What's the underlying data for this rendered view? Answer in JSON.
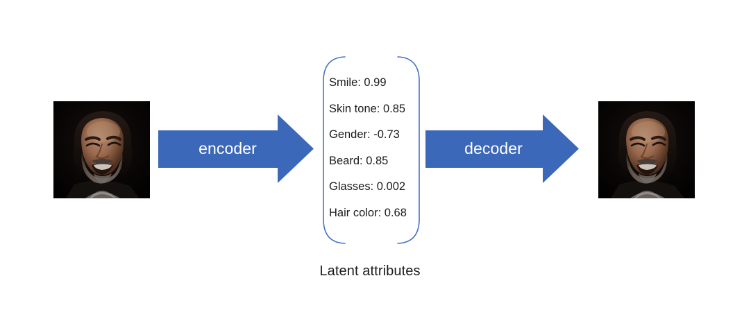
{
  "figure": {
    "title": "autoencoder-latent-attributes-diagram",
    "background_color": "#ffffff",
    "accent_color": "#3b68b8",
    "bracket_color": "#4472c4",
    "text_color": "#1b1b1b",
    "arrow_label_color": "#ffffff"
  },
  "images": {
    "input": {
      "alt": "photograph of a smiling bearded man on a dark background",
      "icon": "face-photo"
    },
    "output": {
      "alt": "reconstructed photograph of a smiling bearded man on a dark background",
      "icon": "face-photo"
    }
  },
  "arrows": [
    {
      "id": "encoder",
      "label": "encoder",
      "direction": "right"
    },
    {
      "id": "decoder",
      "label": "decoder",
      "direction": "right"
    }
  ],
  "latent": {
    "caption": "Latent attributes",
    "attributes": [
      {
        "name": "Smile",
        "value": "0.99",
        "text": "Smile: 0.99"
      },
      {
        "name": "Skin tone",
        "value": "0.85",
        "text": "Skin tone: 0.85"
      },
      {
        "name": "Gender",
        "value": "-0.73",
        "text": "Gender: -0.73"
      },
      {
        "name": "Beard",
        "value": "0.85",
        "text": "Beard: 0.85"
      },
      {
        "name": "Glasses",
        "value": "0.002",
        "text": "Glasses: 0.002"
      },
      {
        "name": "Hair color",
        "value": "0.68",
        "text": "Hair color: 0.68"
      }
    ]
  }
}
